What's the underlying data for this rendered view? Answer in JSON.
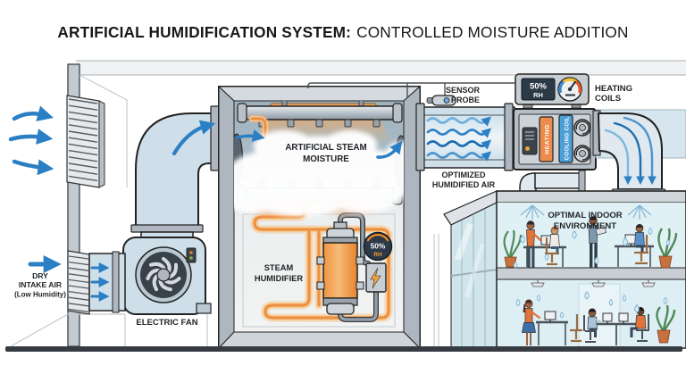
{
  "title": {
    "bold": "ARTIFICIAL HUMIDIFICATION SYSTEM:",
    "regular": "CONTROLLED MOISTURE ADDITION"
  },
  "labels": {
    "dry1": "DRY",
    "dry2": "INTAKE AIR",
    "dry3": "(Low Humidity)",
    "electric_fan": "ELECTRIC FAN",
    "steam1": "ARTIFICIAL STEAM",
    "steam2": "MOISTURE",
    "humidifier1": "STEAM",
    "humidifier2": "HUMIDIFIER",
    "sensor1": "SENSOR",
    "sensor2": "PROBE",
    "optimized1": "OPTIMIZED",
    "optimized2": "HUMIDIFIED AIR",
    "coils1": "HEATING",
    "coils2": "COILS",
    "indoor1": "OPTIMAL INDOOR",
    "indoor2": "ENVIRONMENT",
    "panel_heating": "HEATING",
    "panel_cooling": "COOLING COIL"
  },
  "readouts": {
    "humidifier_rh_value": "50%",
    "humidifier_rh_unit": "RH",
    "panel_rh_value": "50%",
    "panel_rh_unit": "RH"
  },
  "colors": {
    "air_flow_blue": "#2b7fc4",
    "steam_orange": "#ec9143",
    "heating_red": "#ed8b4d",
    "cooling_blue": "#4d9fd6",
    "screen_dark": "#2c3a48",
    "accent_orange": "#f2a33c",
    "duct_blue": "#cfdfe9",
    "ink": "#1f2326"
  }
}
